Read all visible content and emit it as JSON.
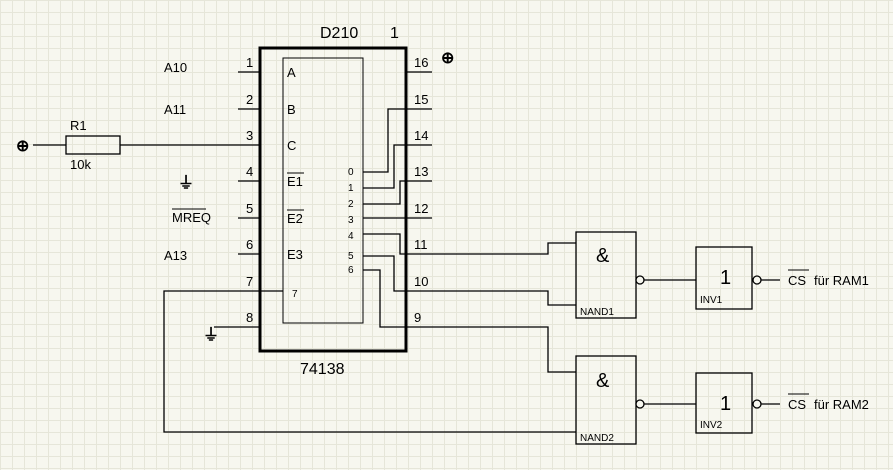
{
  "ic": {
    "designator": "D210",
    "unit": "1",
    "part_number": "74138",
    "left_pins": [
      {
        "num": "1",
        "name": "A",
        "net": "A10"
      },
      {
        "num": "2",
        "name": "B",
        "net": "A11"
      },
      {
        "num": "3",
        "name": "C",
        "net": ""
      },
      {
        "num": "4",
        "name": "E1",
        "net": ""
      },
      {
        "num": "5",
        "name": "E2",
        "net": "MREQ"
      },
      {
        "num": "6",
        "name": "E3",
        "net": "A13"
      },
      {
        "num": "7",
        "name": "7",
        "net": ""
      },
      {
        "num": "8",
        "name": "",
        "net": ""
      }
    ],
    "right_pins": [
      {
        "num": "16",
        "output": ""
      },
      {
        "num": "15",
        "output": "0"
      },
      {
        "num": "14",
        "output": "1"
      },
      {
        "num": "13",
        "output": "2"
      },
      {
        "num": "12",
        "output": "3"
      },
      {
        "num": "11",
        "output": "4"
      },
      {
        "num": "10",
        "output": "5"
      },
      {
        "num": "9",
        "output": "6"
      }
    ]
  },
  "resistor": {
    "designator": "R1",
    "value": "10k"
  },
  "power_symbols": {
    "vcc": "⊕",
    "pin16_vcc": "⊕",
    "gnd_e1": "⏚",
    "gnd_pin8": "⏚"
  },
  "nand_gates": [
    {
      "designator": "NAND1",
      "symbol": "&"
    },
    {
      "designator": "NAND2",
      "symbol": "&"
    }
  ],
  "inverters": [
    {
      "designator": "INV1",
      "symbol": "1"
    },
    {
      "designator": "INV2",
      "symbol": "1"
    }
  ],
  "outputs": [
    {
      "signal": "CS",
      "suffix": "für RAM1"
    },
    {
      "signal": "CS",
      "suffix": "für RAM2"
    }
  ]
}
